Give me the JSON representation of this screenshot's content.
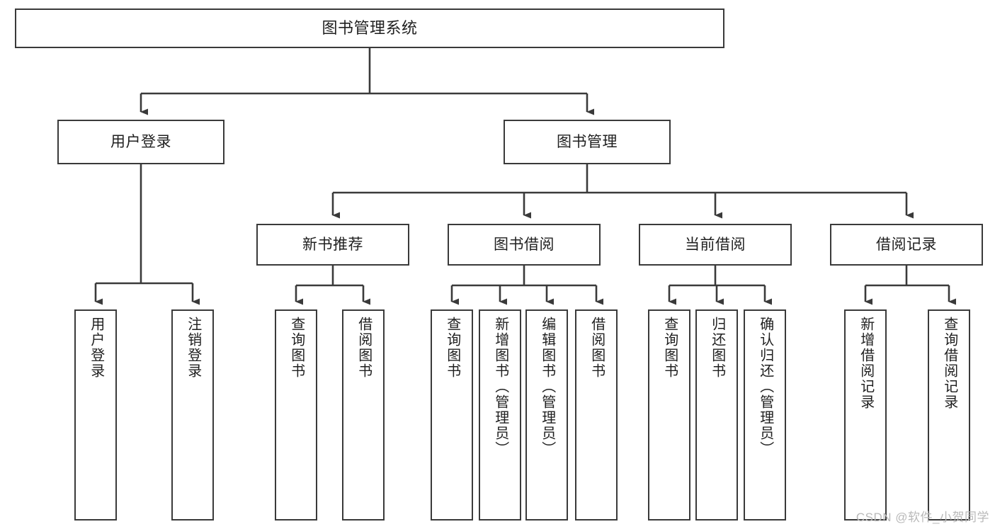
{
  "diagram": {
    "type": "tree",
    "title": "图书管理系统",
    "watermark": "CSDN @软件_小贺同学",
    "colors": {
      "box_border": "#3a3a3a",
      "box_fill": "#ffffff",
      "edge": "#3a3a3a",
      "text": "#1f1f1f",
      "watermark": "#b9b9b9"
    },
    "nodes": {
      "root": {
        "label": "图书管理系统",
        "level": 0,
        "orientation": "horizontal"
      },
      "l1": [
        {
          "id": "user-login",
          "label": "用户登录",
          "orientation": "horizontal"
        },
        {
          "id": "book-manage",
          "label": "图书管理",
          "orientation": "horizontal"
        }
      ],
      "l2": [
        {
          "id": "new-book-rec",
          "label": "新书推荐",
          "parent": "book-manage",
          "orientation": "horizontal"
        },
        {
          "id": "book-borrow",
          "label": "图书借阅",
          "parent": "book-manage",
          "orientation": "horizontal"
        },
        {
          "id": "current-borrow",
          "label": "当前借阅",
          "parent": "book-manage",
          "orientation": "horizontal"
        },
        {
          "id": "borrow-record",
          "label": "借阅记录",
          "parent": "book-manage",
          "orientation": "horizontal"
        }
      ],
      "leaves": [
        {
          "id": "leaf-user-login",
          "label": "用户登录",
          "parent": "user-login",
          "orientation": "vertical"
        },
        {
          "id": "leaf-logout",
          "label": "注销登录",
          "parent": "user-login",
          "orientation": "vertical"
        },
        {
          "id": "leaf-query-book-1",
          "label": "查询图书",
          "parent": "new-book-rec",
          "orientation": "vertical"
        },
        {
          "id": "leaf-borrow-book-1",
          "label": "借阅图书",
          "parent": "new-book-rec",
          "orientation": "vertical"
        },
        {
          "id": "leaf-query-book-2",
          "label": "查询图书",
          "parent": "book-borrow",
          "orientation": "vertical"
        },
        {
          "id": "leaf-add-book",
          "label": "新增图书（管理员）",
          "parent": "book-borrow",
          "orientation": "vertical"
        },
        {
          "id": "leaf-edit-book",
          "label": "编辑图书（管理员）",
          "parent": "book-borrow",
          "orientation": "vertical"
        },
        {
          "id": "leaf-borrow-book-2",
          "label": "借阅图书",
          "parent": "book-borrow",
          "orientation": "vertical"
        },
        {
          "id": "leaf-query-book-3",
          "label": "查询图书",
          "parent": "current-borrow",
          "orientation": "vertical"
        },
        {
          "id": "leaf-return-book",
          "label": "归还图书",
          "parent": "current-borrow",
          "orientation": "vertical"
        },
        {
          "id": "leaf-confirm-return",
          "label": "确认归还（管理员）",
          "parent": "current-borrow",
          "orientation": "vertical"
        },
        {
          "id": "leaf-add-record",
          "label": "新增借阅记录",
          "parent": "borrow-record",
          "orientation": "vertical"
        },
        {
          "id": "leaf-query-record",
          "label": "查询借阅记录",
          "parent": "borrow-record",
          "orientation": "vertical"
        }
      ]
    }
  }
}
